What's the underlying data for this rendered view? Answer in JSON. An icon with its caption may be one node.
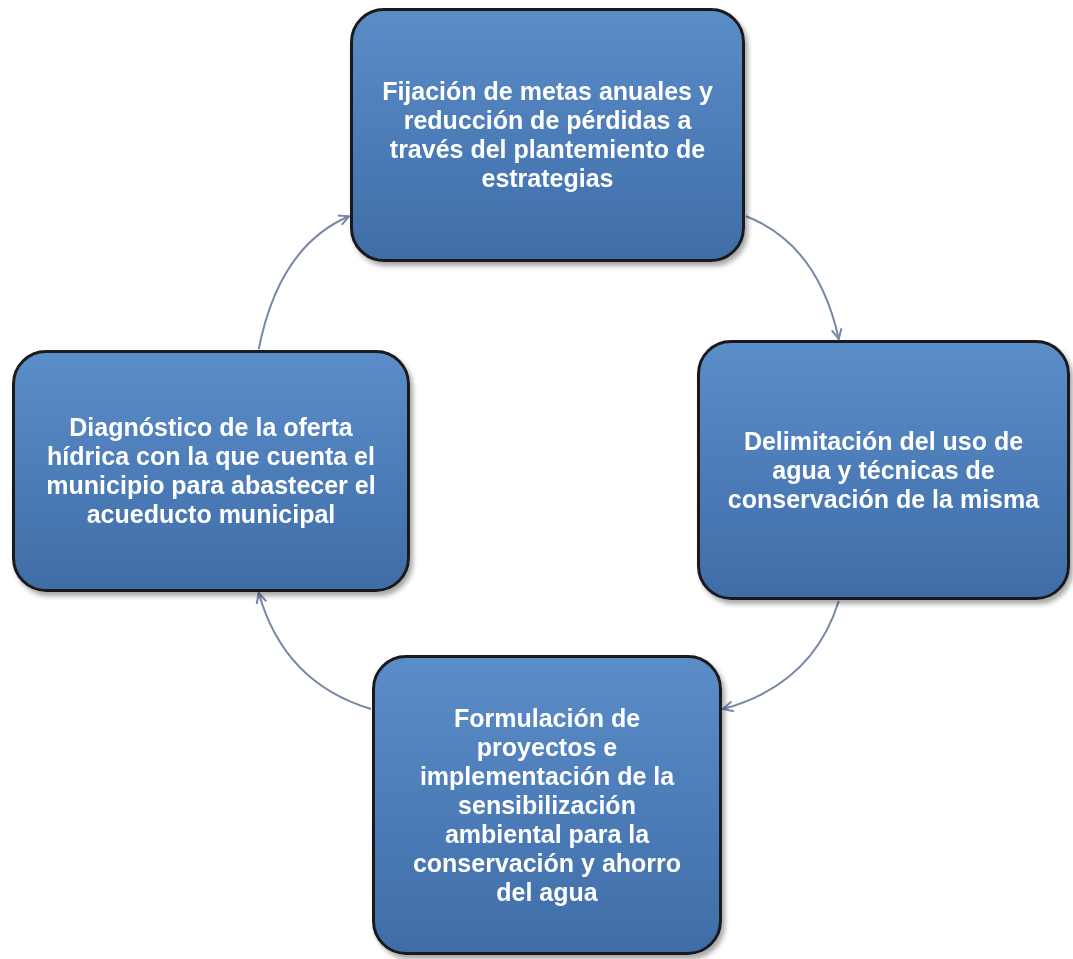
{
  "diagram": {
    "nodes": [
      {
        "text": [
          "Fijación de metas anuales y reducción de pérdidas a través del plantemiento de estrategias"
        ]
      },
      {
        "text": [
          "Delimitación del uso de agua y técnicas de conservación de la misma"
        ]
      },
      {
        "text": [
          "Formulación de proyectos e implementación de la sensibilización ambiental para la conservación y ahorro del agua"
        ]
      },
      {
        "text": [
          "Diagnóstico de la oferta hídrica con la que cuenta el municipio para abastecer el acueducto municipal"
        ]
      }
    ],
    "edges": [
      {
        "from": 0,
        "to": 1,
        "arrow": "to"
      },
      {
        "from": 1,
        "to": 2,
        "arrow": "to"
      },
      {
        "from": 2,
        "to": 3,
        "arrow": "to"
      },
      {
        "from": 3,
        "to": 0,
        "arrow": "to"
      }
    ]
  }
}
